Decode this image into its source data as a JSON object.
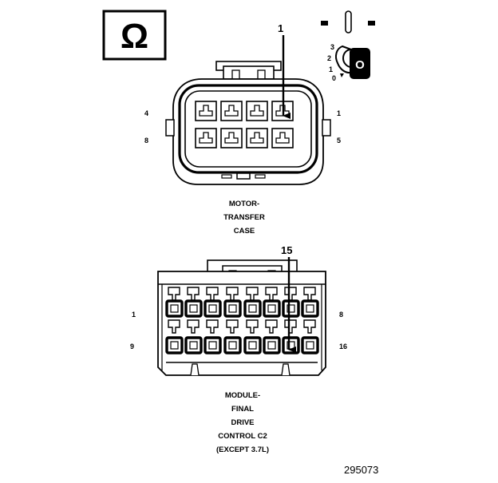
{
  "ohm_symbol": "Ω",
  "top_connector": {
    "callout": "1",
    "pin_labels": {
      "top_left": "4",
      "top_right": "1",
      "bottom_left": "8",
      "bottom_right": "5"
    },
    "caption": [
      "MOTOR-",
      "TRANSFER",
      "CASE"
    ]
  },
  "bottom_connector": {
    "callout": "15",
    "pin_labels": {
      "top_left": "1",
      "top_right": "8",
      "bottom_left": "9",
      "bottom_right": "16"
    },
    "caption": [
      "MODULE-",
      "FINAL",
      "DRIVE",
      "CONTROL C2",
      "(EXCEPT 3.7L)"
    ]
  },
  "key_icon": {
    "letter": "O",
    "positions": [
      "3",
      "2",
      "1",
      "0"
    ]
  },
  "figure_number": "295073"
}
